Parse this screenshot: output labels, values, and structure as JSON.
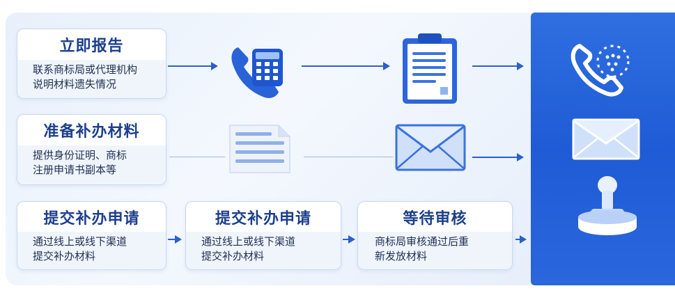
{
  "steps": [
    {
      "title": "立即报告",
      "desc": "联系商标局或代理机构\n说明材料遗失情况"
    },
    {
      "title": "准备补办材料",
      "desc": "提供身份证明、商标\n注册申请书副本等"
    },
    {
      "title": "提交补办申请",
      "desc": "通过线上或线下渠道\n提交补办材料"
    },
    {
      "title": "提交补办申请",
      "desc": "通过线上或线下渠道\n提交补办材料"
    },
    {
      "title": "等待审核",
      "desc": "商标局审核通过后重\n新发放材料"
    }
  ],
  "icons": {
    "row1": [
      "phone-keypad-icon",
      "clipboard-icon"
    ],
    "row2": [
      "document-icon",
      "envelope-icon"
    ],
    "right": [
      "phone-icon",
      "envelope-icon",
      "stamp-icon"
    ]
  },
  "colors": {
    "accent": "#1f5bd6",
    "title": "#1c3f8c",
    "arrow": "#2a5fcf"
  }
}
